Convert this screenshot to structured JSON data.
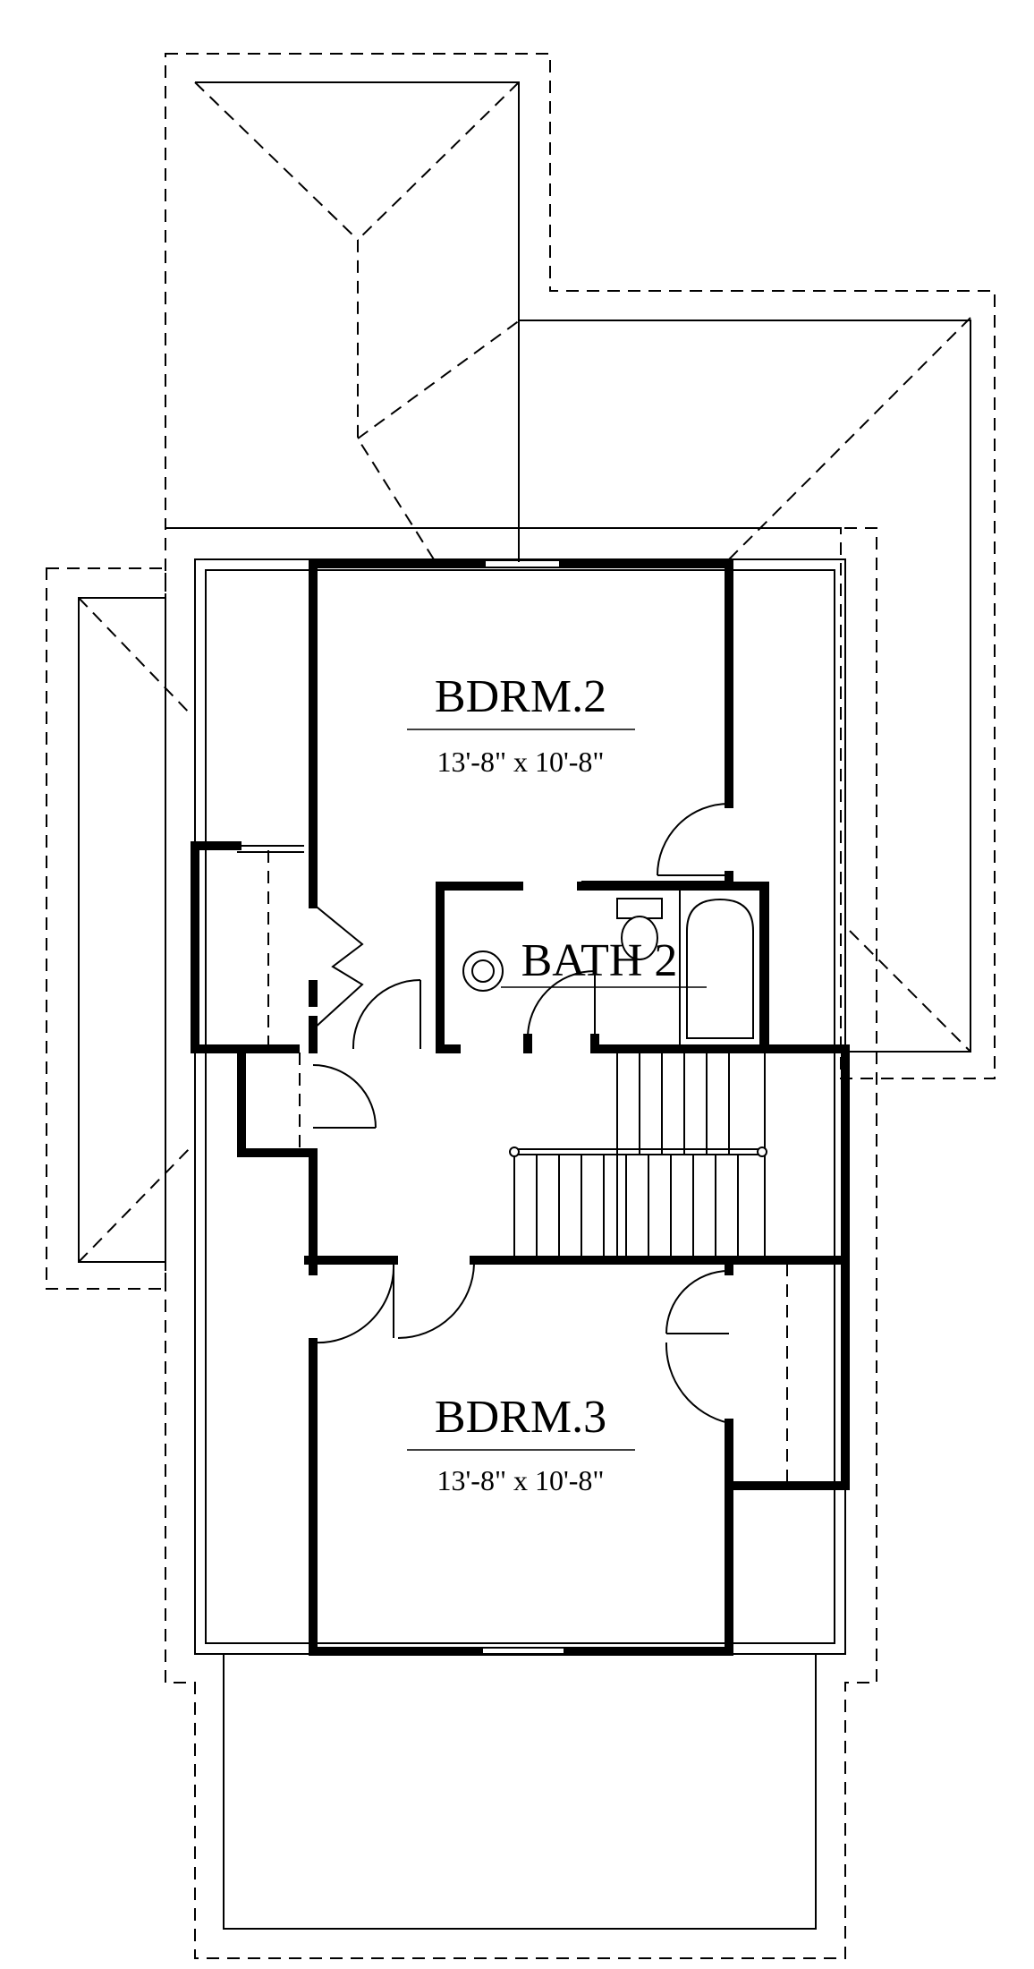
{
  "rooms": {
    "bdrm2": {
      "name": "BDRM.2",
      "dims": "13'-8\" x 10'-8\""
    },
    "bath2": {
      "name": "BATH 2"
    },
    "bdrm3": {
      "name": "BDRM.3",
      "dims": "13'-8\" x 10'-8\""
    }
  }
}
